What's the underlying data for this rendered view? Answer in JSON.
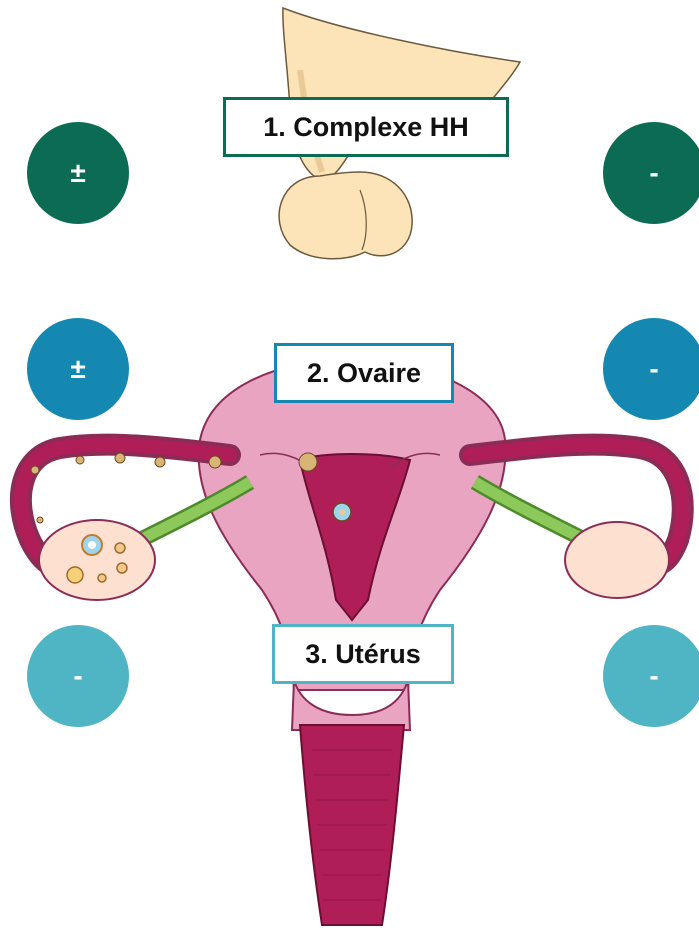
{
  "labels": {
    "hh": "1. Complexe HH",
    "ovaire": "2. Ovaire",
    "uterus": "3. Utérus"
  },
  "markers": {
    "hh_left": "±",
    "hh_right": "-",
    "ovaire_left": "±",
    "ovaire_right": "-",
    "uterus_left": "-",
    "uterus_right": "-"
  },
  "colors": {
    "hh": "#0b6b53",
    "ovaire": "#1488b0",
    "uterus": "#4fb5c4",
    "label_border_hh": "#0b6b53",
    "label_border_ovaire": "#1488b0",
    "label_border_uterus": "#4fb5c4"
  }
}
